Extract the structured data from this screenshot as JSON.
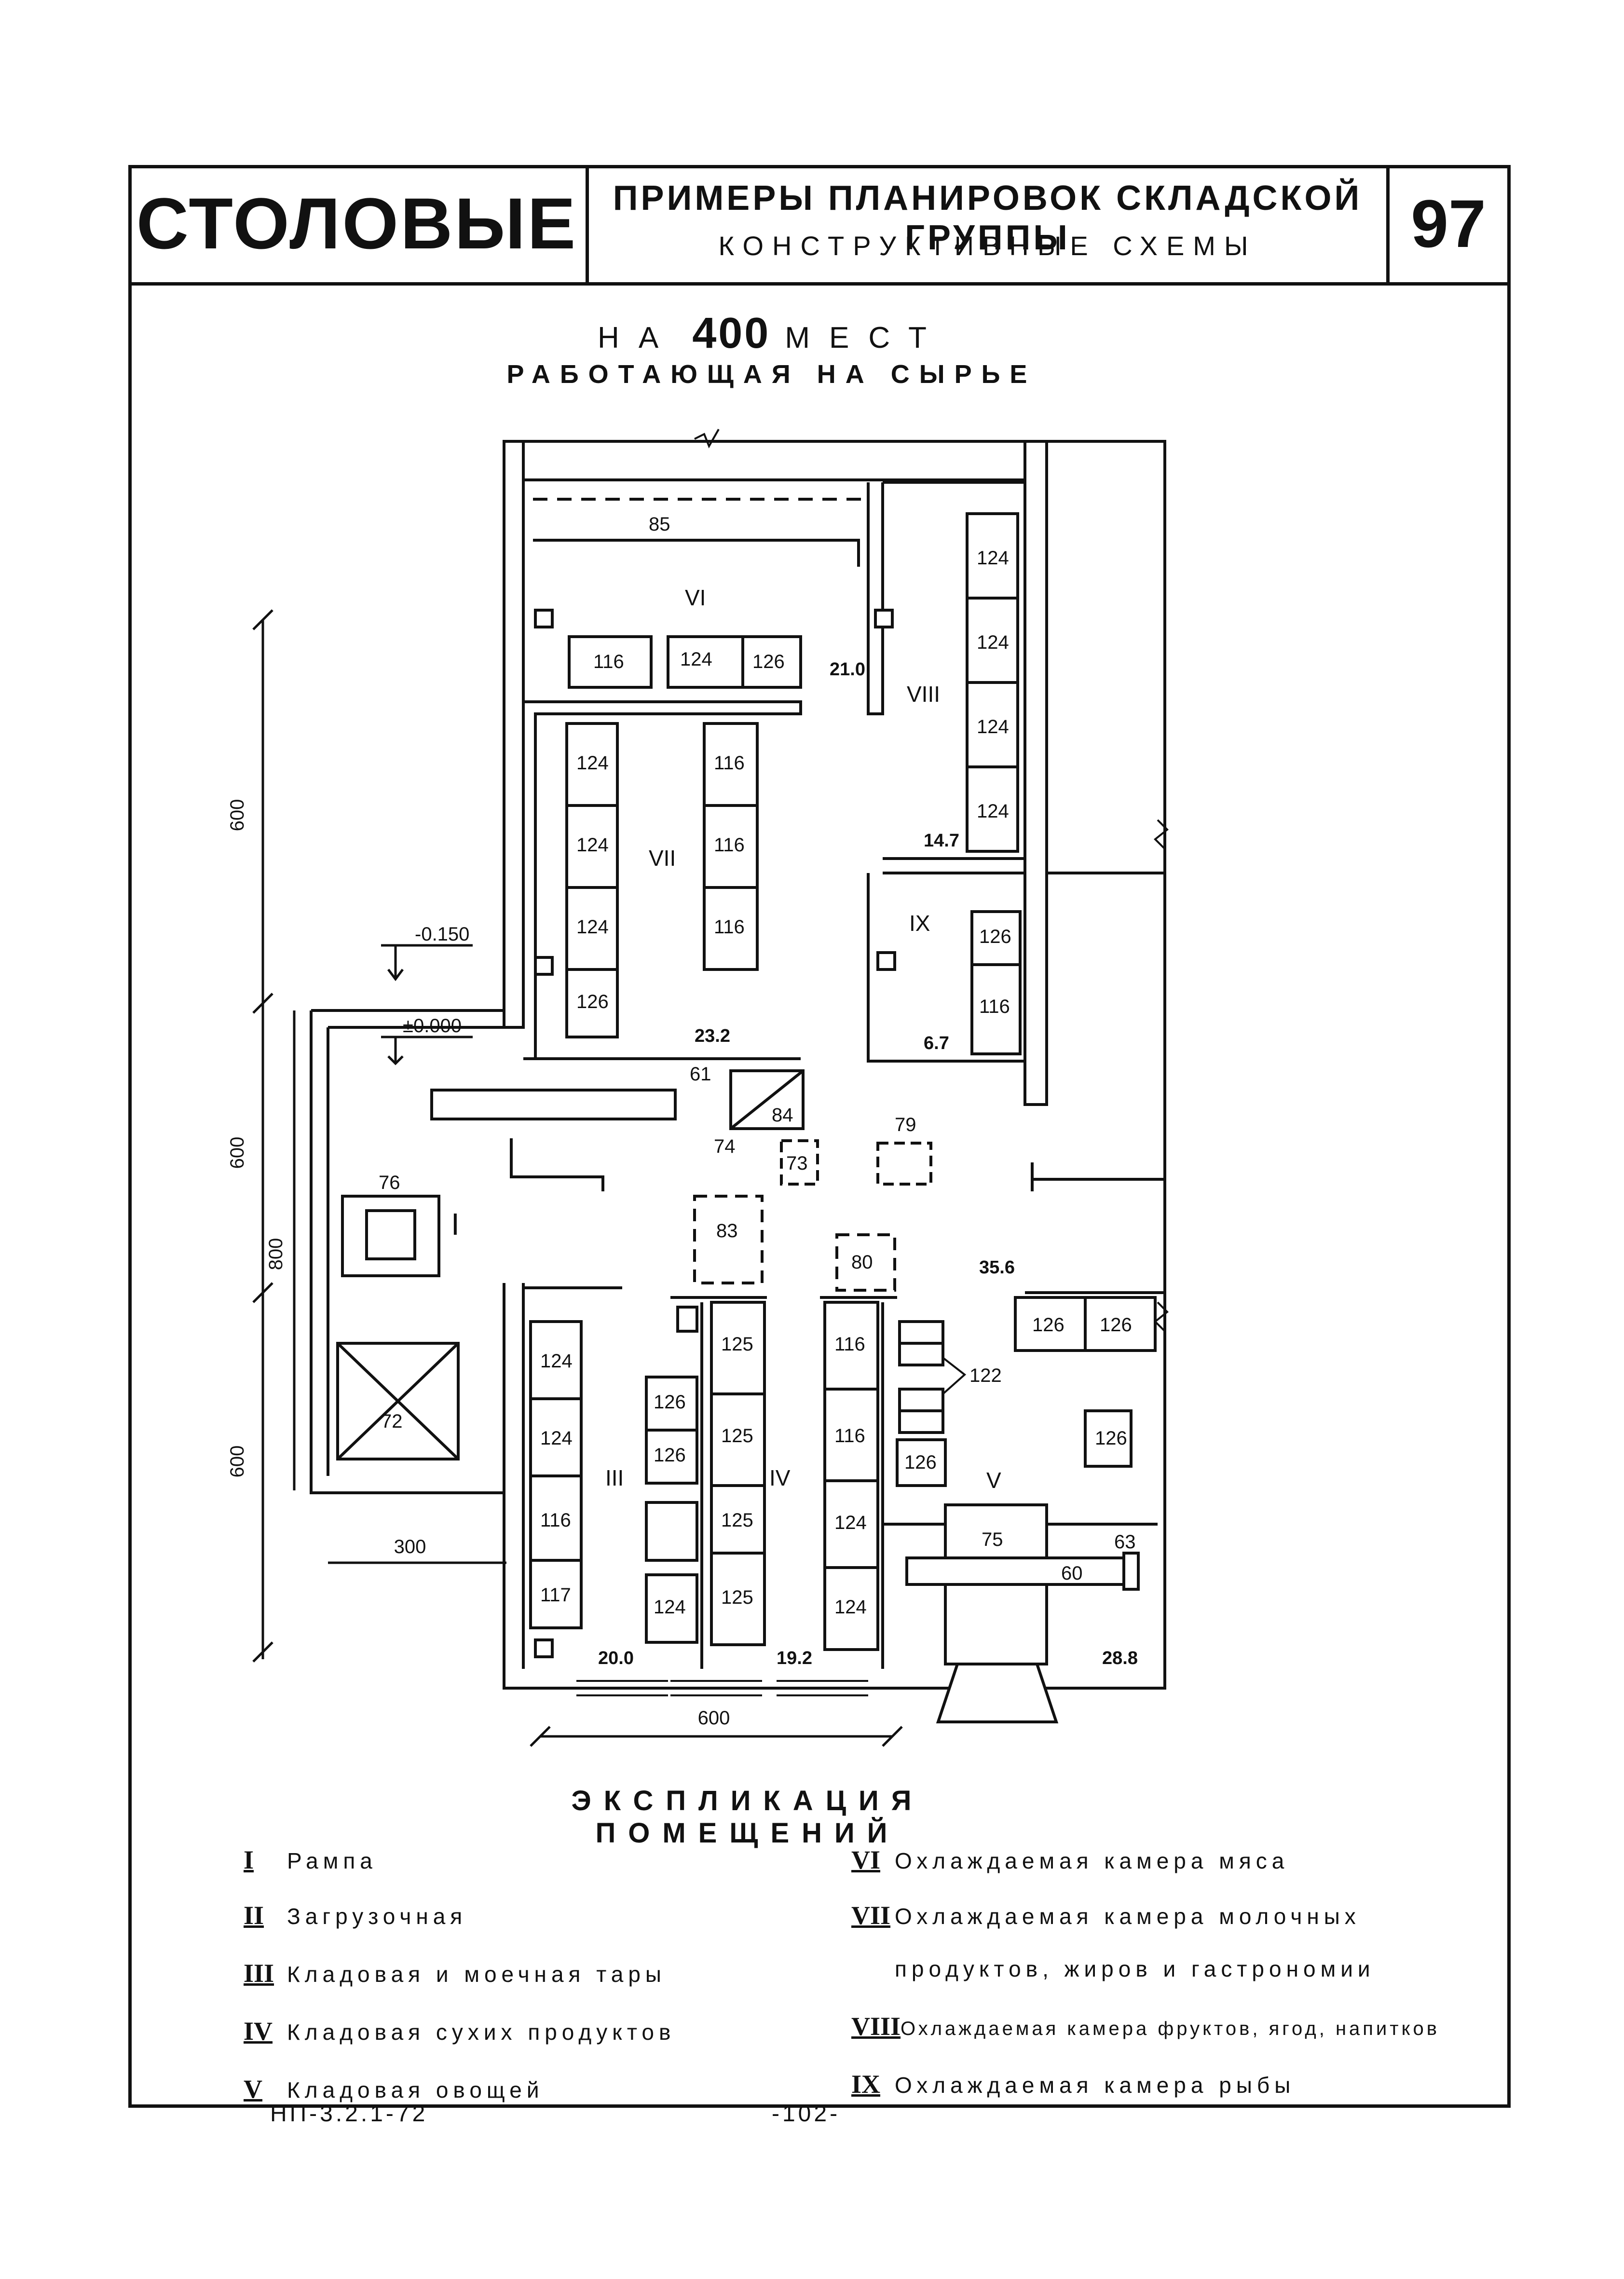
{
  "header": {
    "brand": "СТОЛОВЫЕ",
    "title": "ПРИМЕРЫ ПЛАНИРОВОК СКЛАДСКОЙ ГРУППЫ",
    "subtitle": "КОНСТРУКТИВНЫЕ СХЕМЫ",
    "page_number": "97"
  },
  "plan": {
    "capacity_prefix": "НА",
    "capacity": "400",
    "capacity_suffix": "МЕСТ",
    "mode": "РАБОТАЮЩАЯ НА СЫРЬЕ"
  },
  "dims": {
    "d600a": "600",
    "d600b": "600",
    "d600c": "600",
    "d800": "800",
    "d300": "300",
    "d600bottom": "600",
    "lvl_low": "-0.150",
    "lvl_zero": "±0.000"
  },
  "rooms": {
    "I": "I",
    "III": "III",
    "IV": "IV",
    "V": "V",
    "VI": "VI",
    "VII": "VII",
    "VIII": "VIII",
    "IX": "IX"
  },
  "areas": {
    "a21": "21.0",
    "a147": "14.7",
    "a232": "23.2",
    "a67": "6.7",
    "a356": "35.6",
    "a200": "20.0",
    "a192": "19.2",
    "a288": "28.8"
  },
  "equipment": {
    "e85": "85",
    "e116": "116",
    "e124": "124",
    "e126": "126",
    "e125": "125",
    "e117": "117",
    "e61": "61",
    "e84": "84",
    "e74": "74",
    "e73": "73",
    "e79": "79",
    "e76": "76",
    "e83": "83",
    "e80": "80",
    "e72": "72",
    "e122": "122",
    "e75": "75",
    "e63": "63",
    "e60": "60"
  },
  "legend": {
    "title": "ЭКСПЛИКАЦИЯ ПОМЕЩЕНИЙ",
    "items": [
      {
        "num": "I",
        "text": "Рампа"
      },
      {
        "num": "II",
        "text": "Загрузочная"
      },
      {
        "num": "III",
        "text": "Кладовая и моечная тары"
      },
      {
        "num": "IV",
        "text": "Кладовая сухих продуктов"
      },
      {
        "num": "V",
        "text": "Кладовая овощей"
      },
      {
        "num": "VI",
        "text": "Охлаждаемая камера мяса"
      },
      {
        "num": "VII",
        "text": "Охлаждаемая камера молочных"
      },
      {
        "num": "",
        "text": "продуктов, жиров и гастрономии"
      },
      {
        "num": "VIII",
        "text": "Охлаждаемая камера фруктов, ягод, напитков"
      },
      {
        "num": "IX",
        "text": "Охлаждаемая камера рыбы"
      }
    ]
  },
  "footer": {
    "code": "НП-3.2.1-72",
    "page": "-102-"
  }
}
